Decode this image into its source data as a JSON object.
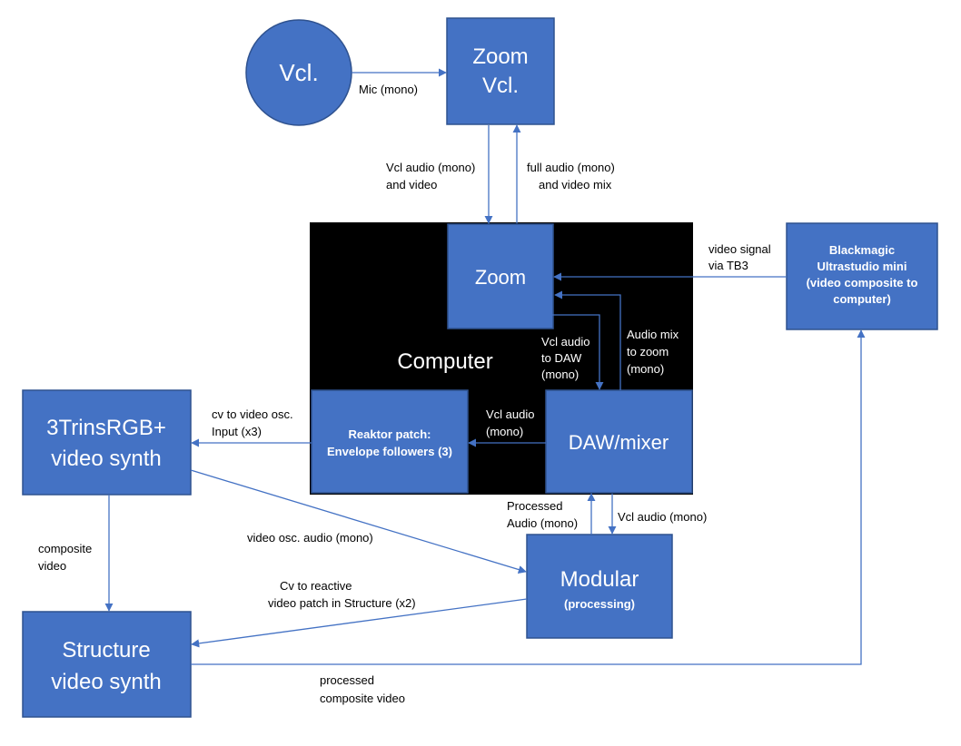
{
  "colors": {
    "node_fill": "#4472C4",
    "node_stroke": "#2F528F",
    "computer_fill": "#000000",
    "edge": "#4472C4",
    "label_text": "#000000",
    "node_text": "#ffffff"
  },
  "nodes": {
    "vcl": "Vcl.",
    "zoom_vcl": [
      "Zoom",
      "Vcl."
    ],
    "computer": "Computer",
    "zoom": "Zoom",
    "blackmagic": [
      "Blackmagic",
      "Ultrastudio mini",
      "(video composite to",
      "computer)"
    ],
    "reaktor": [
      "Reaktor patch:",
      "Envelope followers (3)"
    ],
    "daw": "DAW/mixer",
    "trins": [
      "3TrinsRGB+",
      "video synth"
    ],
    "modular": "Modular",
    "modular_sub": "(processing)",
    "structure": [
      "Structure",
      "video synth"
    ]
  },
  "edges": {
    "mic": "Mic (mono)",
    "vcl_audio_video": [
      "Vcl audio (mono)",
      "and video"
    ],
    "full_audio": [
      "full audio (mono)",
      "and video mix"
    ],
    "video_signal": [
      "video signal",
      "via TB3"
    ],
    "vcl_to_daw": [
      "Vcl audio",
      "to DAW",
      "(mono)"
    ],
    "audio_mix": [
      "Audio mix",
      "to zoom",
      "(mono)"
    ],
    "cv_video_osc": [
      "cv to video osc.",
      "Input (x3)"
    ],
    "vcl_audio_reaktor": [
      "Vcl audio",
      "(mono)"
    ],
    "processed_audio": [
      "Processed",
      "Audio (mono)"
    ],
    "vcl_audio_modular": "Vcl audio (mono)",
    "composite_video": [
      "composite",
      "video"
    ],
    "video_osc_audio": "video osc. audio (mono)",
    "cv_reactive": [
      "Cv to reactive",
      "video patch in Structure (x2)"
    ],
    "processed_composite": [
      "processed",
      "composite video"
    ]
  }
}
